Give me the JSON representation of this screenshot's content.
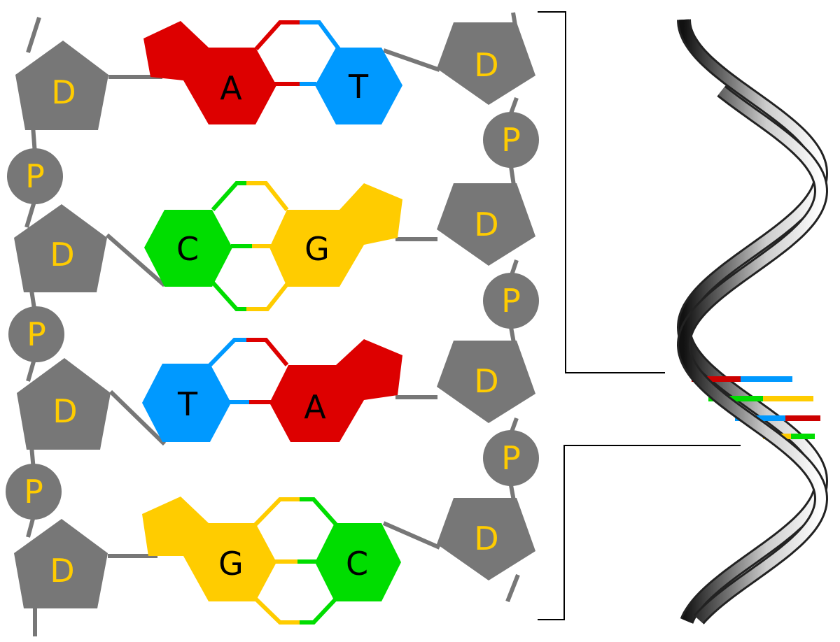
{
  "labels": {
    "sugar": "D",
    "phosphate": "P",
    "adenine": "A",
    "thymine": "T",
    "cytosine": "C",
    "guanine": "G"
  },
  "colors": {
    "backbone": "#777777",
    "adenine": "#dd0000",
    "thymine": "#0099ff",
    "cytosine": "#00dd00",
    "guanine": "#ffcc00",
    "backbone_label": "#ffcc00",
    "base_label": "#000000"
  },
  "base_pairs": [
    {
      "left": "A",
      "right": "T"
    },
    {
      "left": "C",
      "right": "G"
    },
    {
      "left": "T",
      "right": "A"
    },
    {
      "left": "G",
      "right": "C"
    }
  ]
}
